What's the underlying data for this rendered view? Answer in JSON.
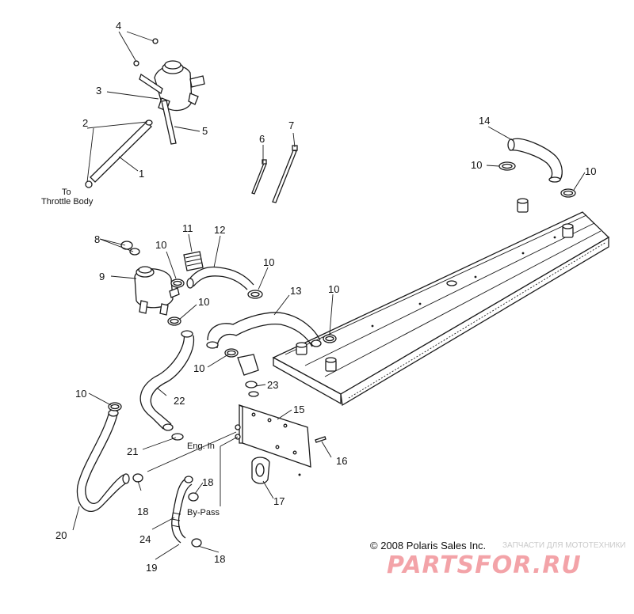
{
  "callouts": [
    "1",
    "2",
    "3",
    "4",
    "5",
    "6",
    "7",
    "8",
    "9",
    "10",
    "11",
    "12",
    "13",
    "14",
    "15",
    "16",
    "17",
    "18",
    "19",
    "20",
    "21",
    "22",
    "23",
    "24"
  ],
  "notes": {
    "to": "To",
    "throttle_body": "Throttle Body",
    "eng_in": "Eng. In",
    "by_pass": "By-Pass"
  },
  "copyright": "© 2008 Polaris Sales Inc.",
  "watermark": {
    "tagline": "ЗАПЧАСТИ ДЛЯ МОТОТЕХНИКИ",
    "site": "PARTSFOR.RU"
  },
  "colors": {
    "line": "#1a1a1a",
    "watermark": "#f3a3a8"
  }
}
